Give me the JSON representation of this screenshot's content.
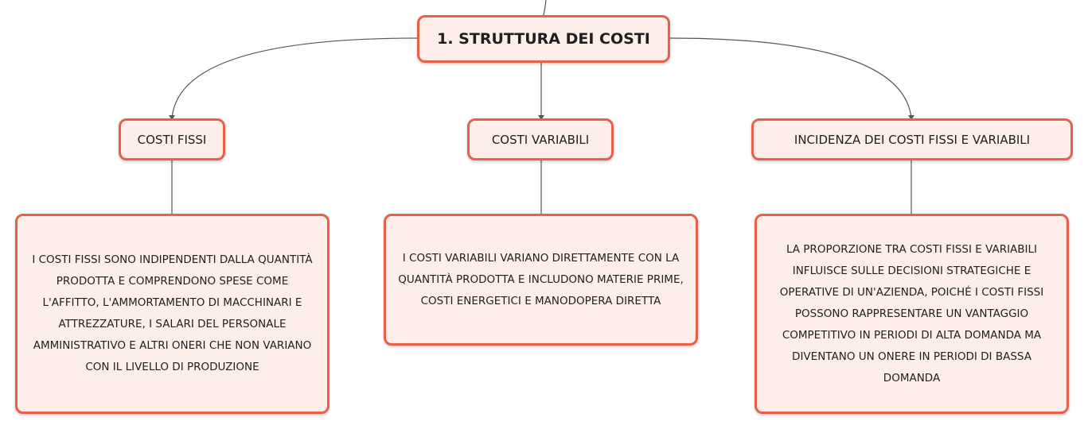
{
  "root": {
    "label": "1. STRUTTURA DEI COSTI"
  },
  "topics": [
    {
      "label": "COSTI FISSI",
      "detail": "I COSTI FISSI SONO INDIPENDENTI DALLA QUANTITÀ PRODOTTA E COMPRENDONO SPESE COME L'AFFITTO, L'AMMORTAMENTO DI MACCHINARI E ATTREZZATURE, I SALARI DEL PERSONALE AMMINISTRATIVO E ALTRI ONERI CHE NON VARIANO CON IL LIVELLO DI PRODUZIONE"
    },
    {
      "label": "COSTI VARIABILI",
      "detail": "I COSTI VARIABILI VARIANO DIRETTAMENTE CON LA QUANTITÀ PRODOTTA E INCLUDONO MATERIE PRIME, COSTI ENERGETICI E MANODOPERA DIRETTA"
    },
    {
      "label": "INCIDENZA DEI COSTI FISSI E VARIABILI",
      "detail": "LA PROPORZIONE TRA COSTI FISSI E VARIABILI INFLUISCE SULLE DECISIONI STRATEGICHE E OPERATIVE DI UN'AZIENDA, POICHÉ I COSTI FISSI POSSONO RAPPRESENTARE UN VANTAGGIO COMPETITIVO IN PERIODI DI ALTA DOMANDA MA DIVENTANO UN ONERE IN PERIODI DI BASSA DOMANDA"
    }
  ],
  "colors": {
    "node_fill": "#fdeeea",
    "node_border": "#e8604a",
    "connector": "#555555"
  }
}
